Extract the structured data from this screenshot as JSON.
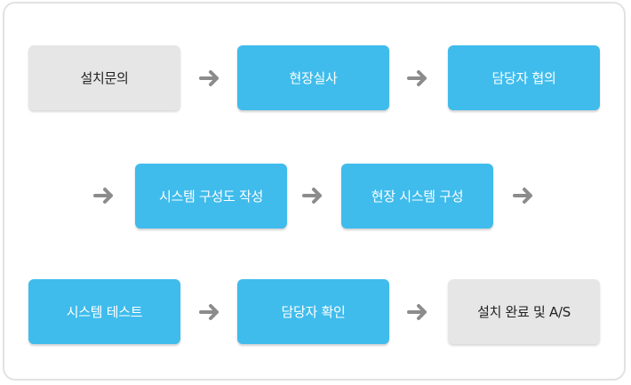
{
  "steps": [
    {
      "label": "설치문의",
      "style": "gray"
    },
    {
      "label": "현장실사",
      "style": "blue"
    },
    {
      "label": "담당자 협의",
      "style": "blue"
    },
    {
      "label": "시스템 구성도 작성",
      "style": "blue"
    },
    {
      "label": "현장 시스템 구성",
      "style": "blue"
    },
    {
      "label": "시스템 테스트",
      "style": "blue"
    },
    {
      "label": "담당자 확인",
      "style": "blue"
    },
    {
      "label": "설치 완료 및 A/S",
      "style": "gray"
    }
  ],
  "colors": {
    "blue": "#3fbcec",
    "gray": "#e6e6e6",
    "arrow": "#8c8c8c",
    "border": "#e2e2e2"
  },
  "icons": {
    "arrow": "arrow-right-icon"
  }
}
